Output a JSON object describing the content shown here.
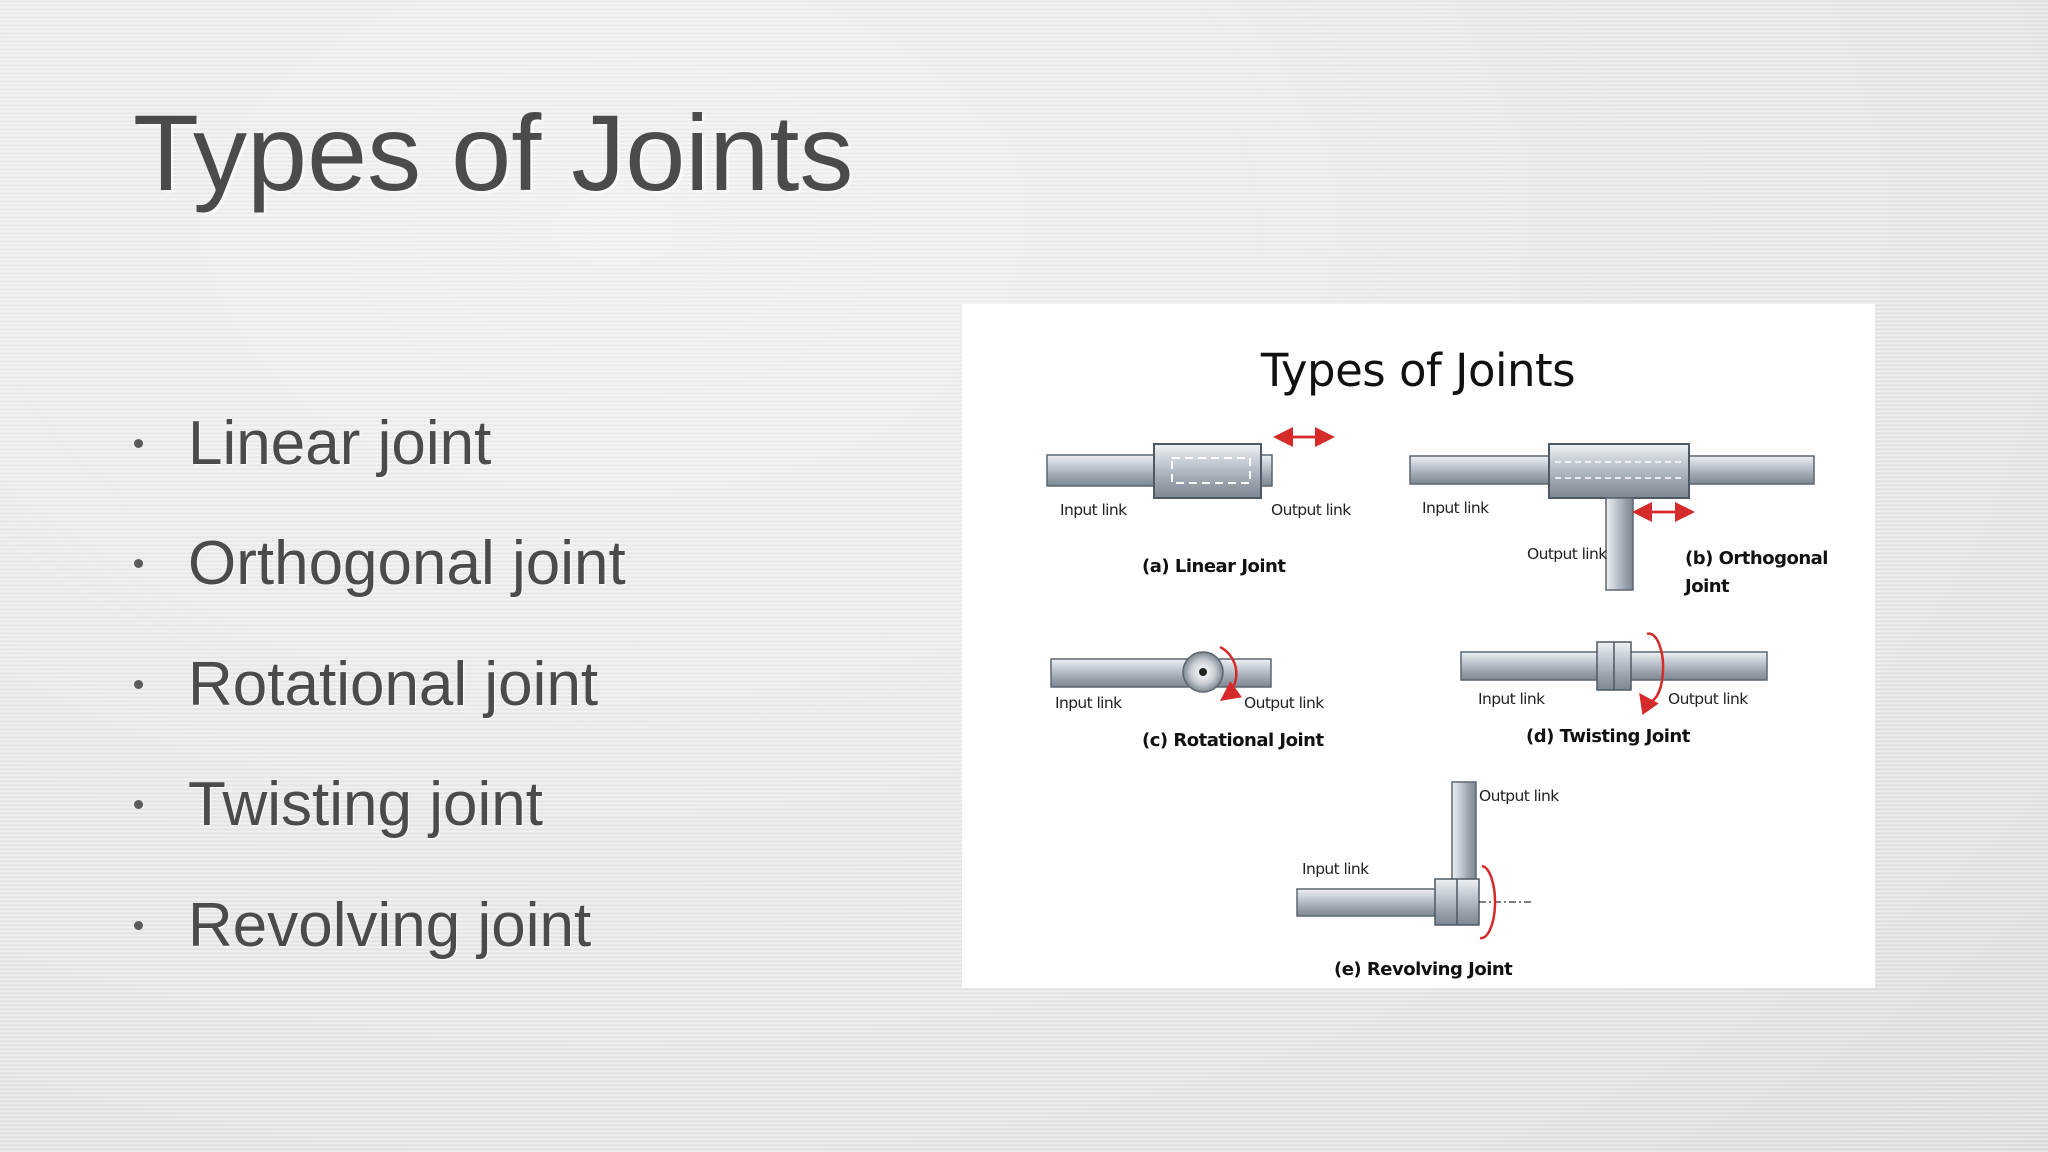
{
  "slide": {
    "title": "Types of Joints",
    "bullets": [
      "Linear joint",
      "Orthogonal joint",
      "Rotational joint",
      "Twisting joint",
      "Revolving joint"
    ]
  },
  "figure": {
    "title": "Types of Joints",
    "joints": {
      "linear": {
        "input": "Input link",
        "output": "Output link",
        "caption": "(a) Linear Joint"
      },
      "orthogonal": {
        "input": "Input link",
        "output": "Output link",
        "caption_line1": "(b) Orthogonal",
        "caption_line2": "Joint"
      },
      "rotational": {
        "input": "Input link",
        "output": "Output link",
        "caption": "(c) Rotational Joint"
      },
      "twisting": {
        "input": "Input link",
        "output": "Output link",
        "caption": "(d) Twisting Joint"
      },
      "revolving": {
        "input": "Input link",
        "output": "Output link",
        "caption": "(e) Revolving Joint"
      }
    },
    "colors": {
      "motion_arrow": "#d42a2a",
      "link_fill": "#b9c0c8",
      "link_stroke": "#5c6670"
    }
  }
}
